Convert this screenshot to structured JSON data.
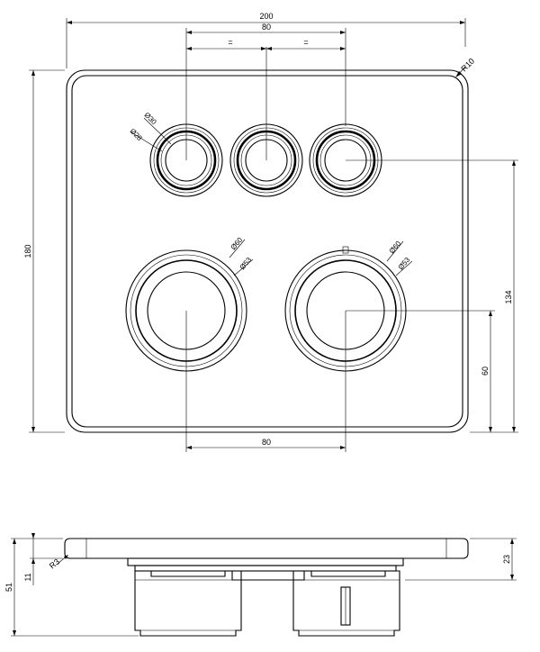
{
  "dimensions": {
    "plate_width": "200",
    "buttons_span_top": "80",
    "equal_left": "=",
    "equal_right": "=",
    "corner_radius_plate": "R10",
    "button_outer_dia": "Ø30",
    "button_inner_dia": "Ø28",
    "knob_left_outer_dia": "Ø60",
    "knob_left_inner_dia": "Ø53",
    "knob_right_outer_dia": "Ø60",
    "knob_right_inner_dia": "Ø53",
    "plate_height": "180",
    "button_center_height": "134",
    "knob_center_height": "60",
    "knobs_span_bottom": "80",
    "side_total_depth": "51",
    "side_plate_thickness": "11",
    "side_edge_radius": "R3",
    "side_protrusion": "23"
  }
}
